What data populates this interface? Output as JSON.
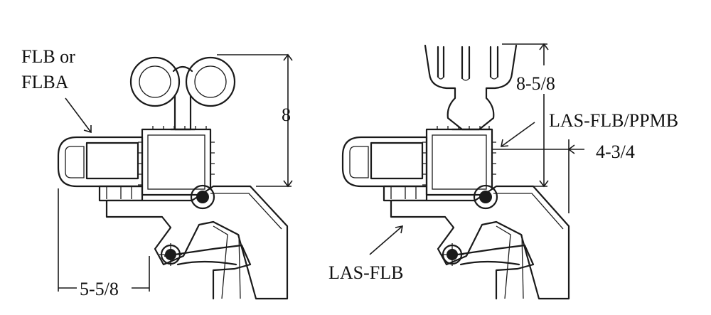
{
  "left_figure": {
    "label_line1": "FLB or",
    "label_line2": "FLBA",
    "height_dim": "8",
    "width_dim": "5-5/8"
  },
  "right_figure": {
    "top_dim": "8-5/8",
    "clamp_label": "LAS-FLB/PPMB",
    "side_dim": "4-3/4",
    "base_label": "LAS-FLB"
  }
}
